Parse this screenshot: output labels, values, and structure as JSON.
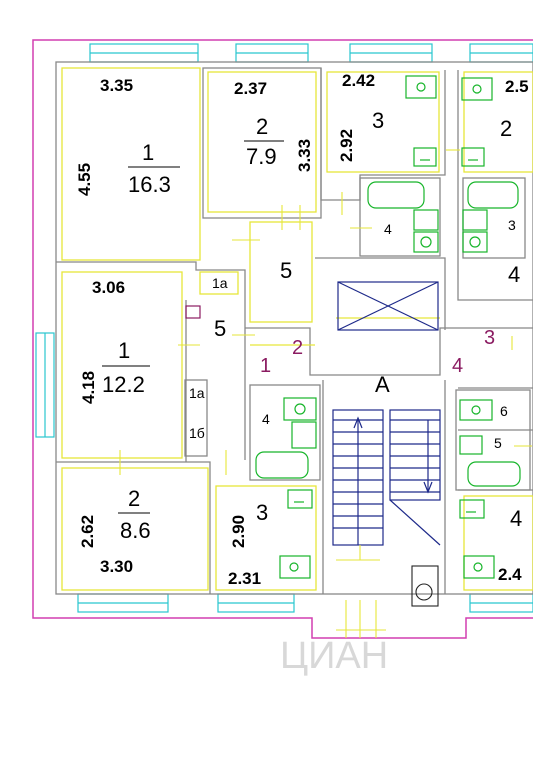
{
  "rooms": {
    "r1a_label": "1",
    "r1a_area": "16.3",
    "r1a_width": "3.35",
    "r1a_len": "4.55",
    "r2a_label": "2",
    "r2a_area": "7.9",
    "r2a_width": "2.37",
    "r2a_len": "3.33",
    "r3a_label": "3",
    "r3a_width": "2.42",
    "r3a_len": "2.92",
    "r2_right_label": "2",
    "r2_right_width": "2.5",
    "r4_label_a": "4",
    "r3_bath_right": "3",
    "r4_right_top": "4",
    "r5_top": "5",
    "r1b_label": "1",
    "r1b_area": "12.2",
    "r1b_width": "3.06",
    "r1b_len": "4.18",
    "r1a_small": "1а",
    "r5_mid": "5",
    "r1a_small2": "1а",
    "r1b_small": "1б",
    "r4_bath_left": "4",
    "r6_right": "6",
    "r5_right": "5",
    "r2b_label": "2",
    "r2b_area": "8.6",
    "r2b_width": "3.30",
    "r2b_len": "2.62",
    "r3b_label": "3",
    "r3b_width": "2.31",
    "r3b_len": "2.90",
    "r4_right_bottom": "4",
    "r4_right_width": "2.4",
    "stair_label": "А",
    "apt_1": "1",
    "apt_2": "2",
    "apt_3": "3",
    "apt_4": "4"
  },
  "watermark": "ЦИАН",
  "colors": {
    "outer_wall": "#d23fb0",
    "inner_wall": "#888888",
    "room_outline": "#e6e63a",
    "window": "#29c6cf",
    "stairs": "#1e2a8a",
    "fixture": "#17b52a",
    "purple_text": "#8b1c62"
  }
}
